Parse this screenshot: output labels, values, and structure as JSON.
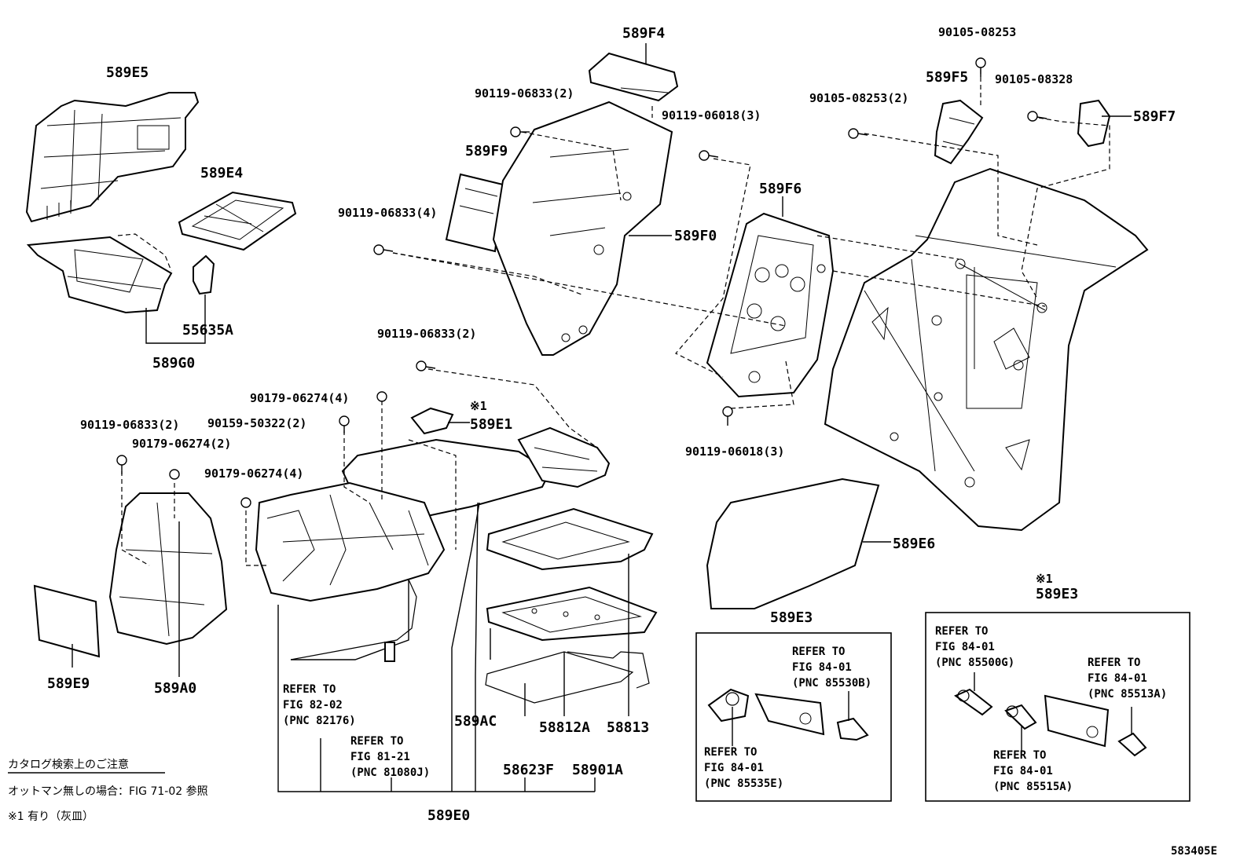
{
  "labels": {
    "p589F4": "589F4",
    "p589E5": "589E5",
    "p589E4": "589E4",
    "p55635A": "55635A",
    "p589G0": "589G0",
    "p589F9": "589F9",
    "p589F0": "589F0",
    "p589F6": "589F6",
    "p589F5": "589F5",
    "p589F7": "589F7",
    "p589E1": "589E1",
    "p589E6": "589E6",
    "p589E3a": "589E3",
    "p589E3b": "589E3",
    "p589E9": "589E9",
    "p589A0": "589A0",
    "p589AC": "589AC",
    "p58812A": "58812A",
    "p58813": "58813",
    "p58623F": "58623F",
    "p58901A": "58901A",
    "p589E0": "589E0",
    "b90119_06833_2a": "90119-06833(2)",
    "b90119_06018_3a": "90119-06018(3)",
    "b90119_06833_4": "90119-06833(4)",
    "b90119_06833_2b": "90119-06833(2)",
    "b90179_06274_4a": "90179-06274(4)",
    "b90159_50322_2": "90159-50322(2)",
    "b90119_06833_2c": "90119-06833(2)",
    "b90179_06274_2": "90179-06274(2)",
    "b90179_06274_4b": "90179-06274(4)",
    "b90119_06018_3b": "90119-06018(3)",
    "b90105_08253": "90105-08253",
    "b90105_08328": "90105-08328",
    "b90105_08253_2": "90105-08253(2)",
    "star1a": "※1",
    "star1b": "※1",
    "diagram_id": "583405E"
  },
  "refs": {
    "r82": [
      "REFER TO",
      "FIG 82-02",
      "(PNC 82176)"
    ],
    "r81": [
      "REFER TO",
      "FIG 81-21",
      "(PNC 81080J)"
    ],
    "r85530": [
      "REFER TO",
      "FIG 84-01",
      "(PNC 85530B)"
    ],
    "r85535": [
      "REFER TO",
      "FIG 84-01",
      "(PNC 85535E)"
    ],
    "r85500": [
      "REFER TO",
      "FIG 84-01",
      "(PNC 85500G)"
    ],
    "r85513": [
      "REFER TO",
      "FIG 84-01",
      "(PNC 85513A)"
    ],
    "r85515": [
      "REFER TO",
      "FIG 84-01",
      "(PNC 85515A)"
    ]
  },
  "notes": {
    "title": "カタログ検索上のご注意",
    "line1": "オットマン無しの場合：FIG 71-02 参照",
    "line2": "※1 有り（灰皿）"
  }
}
